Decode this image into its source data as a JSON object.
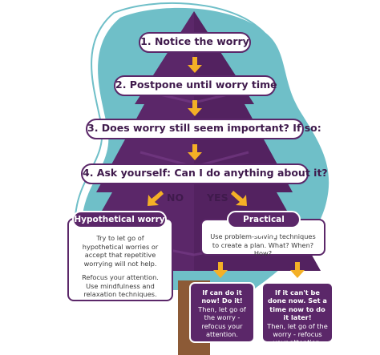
{
  "colors": {
    "tree": "#5b2769",
    "tree_dark": "#4a1d57",
    "blob": "#6fbfc8",
    "arrow": "#f4b026",
    "trunk": "#8c5a36",
    "white": "#ffffff"
  },
  "steps": [
    {
      "text": "1. Notice the worry"
    },
    {
      "text": "2. Postpone until worry time"
    },
    {
      "text": "3. Does worry still seem important? If so:"
    },
    {
      "text": "4. Ask yourself: Can I do anything about it?"
    }
  ],
  "branches": {
    "no": "NO",
    "yes": "YES"
  },
  "hypothetical": {
    "title": "Hypothetical worry",
    "para1": "Try to let go of hypothetical worries or accept that repetitive worrying will not help.",
    "para2": "Refocus your attention. Use mindfulness and relaxation techniques."
  },
  "practical": {
    "title": "Practical worry",
    "text": "Use problem-solving techniques to create a plan. What? When? How?"
  },
  "now": {
    "bold": "If can do it now! Do it!",
    "text": "Then, let go of the worry - refocus your attention."
  },
  "later": {
    "bold": "If it can't be done now. Set a time now to do it later!",
    "text": "Then, let go of the worry - refocus your attention."
  },
  "icons": {
    "down_arrow": "arrow-down-icon",
    "diag_left": "arrow-down-left-icon",
    "diag_right": "arrow-down-right-icon"
  }
}
